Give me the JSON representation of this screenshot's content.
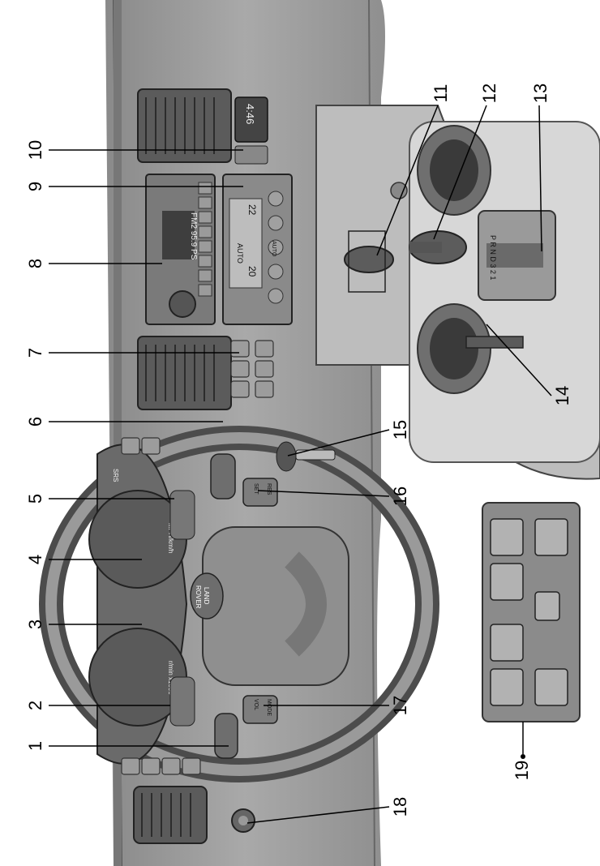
{
  "callouts": [
    {
      "id": "1"
    },
    {
      "id": "2"
    },
    {
      "id": "3"
    },
    {
      "id": "4"
    },
    {
      "id": "5"
    },
    {
      "id": "6"
    },
    {
      "id": "7"
    },
    {
      "id": "8"
    },
    {
      "id": "9"
    },
    {
      "id": "10"
    },
    {
      "id": "11"
    },
    {
      "id": "12"
    },
    {
      "id": "13"
    },
    {
      "id": "14"
    },
    {
      "id": "15"
    },
    {
      "id": "16"
    },
    {
      "id": "17"
    },
    {
      "id": "18"
    },
    {
      "id": "19"
    }
  ],
  "texts": {
    "clock": "4:46",
    "radio_display": "FM2 95.9 PS",
    "climate_auto": "AUTO",
    "climate_temp_left": "20",
    "climate_temp_right": "22",
    "climate_auto_button": "AUTO",
    "speedo_unit": "MPH/km/h",
    "tacho_unit": "r/min x1000",
    "srs": "SRS",
    "badge_line1": "LAND",
    "badge_line2": "ROVER",
    "vol": "VOL",
    "mode": "MODE",
    "set": "SET",
    "res": "RES",
    "gear_letters": "P R N D 3 2 1"
  }
}
